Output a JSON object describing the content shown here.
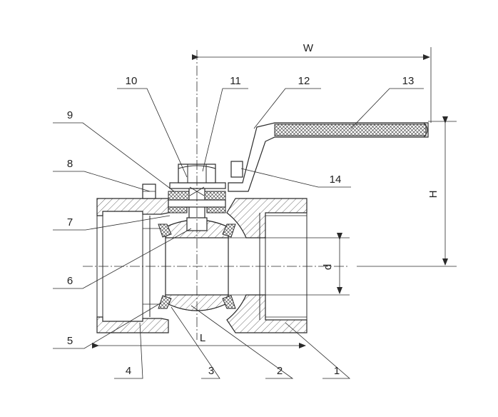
{
  "colors": {
    "line": "#2a2a2a",
    "background": "#ffffff"
  },
  "dimensions": {
    "width": "W",
    "height": "H",
    "length": "L",
    "bore": "d"
  },
  "callouts": [
    {
      "id": "1",
      "text": "1"
    },
    {
      "id": "2",
      "text": "2"
    },
    {
      "id": "3",
      "text": "3"
    },
    {
      "id": "4",
      "text": "4"
    },
    {
      "id": "5",
      "text": "5"
    },
    {
      "id": "6",
      "text": "6"
    },
    {
      "id": "7",
      "text": "7"
    },
    {
      "id": "8",
      "text": "8"
    },
    {
      "id": "9",
      "text": "9"
    },
    {
      "id": "10",
      "text": "10"
    },
    {
      "id": "11",
      "text": "11"
    },
    {
      "id": "12",
      "text": "12"
    },
    {
      "id": "13",
      "text": "13"
    },
    {
      "id": "14",
      "text": "14"
    }
  ]
}
